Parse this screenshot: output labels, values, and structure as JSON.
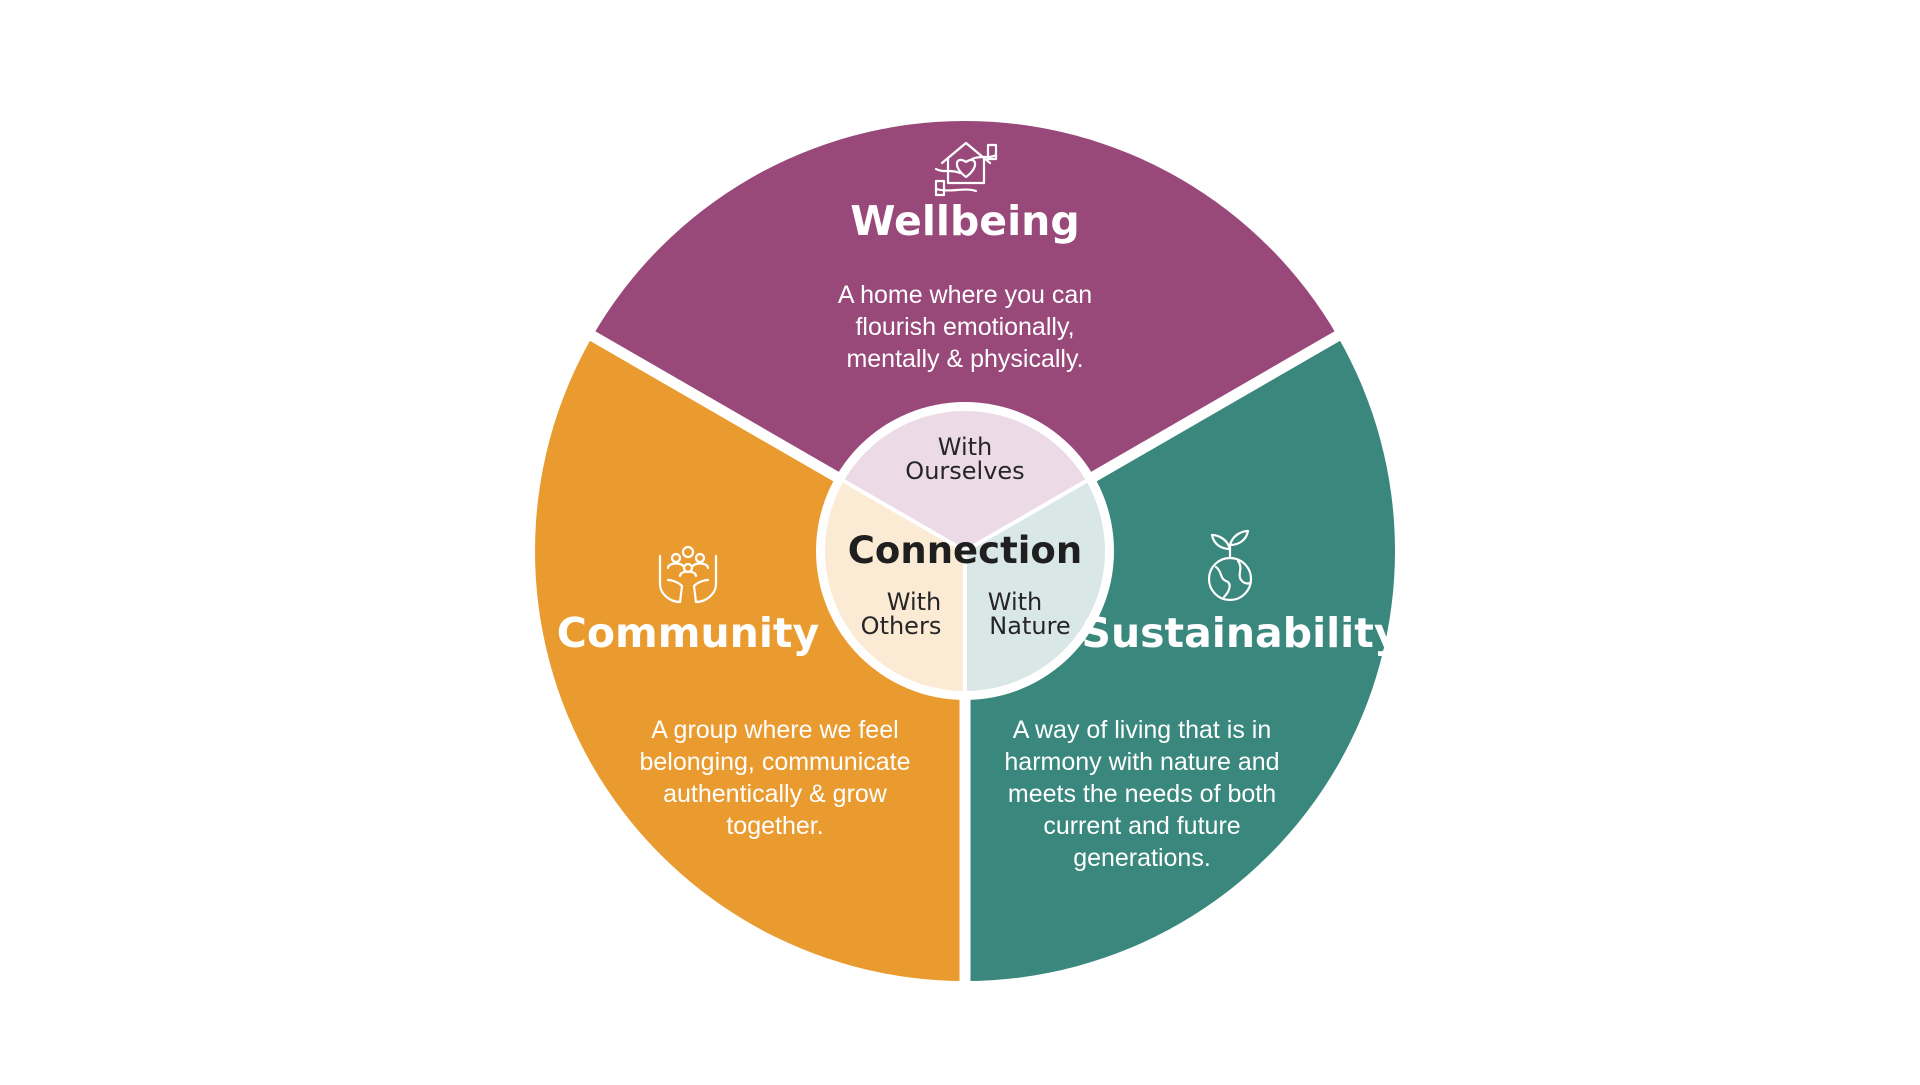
{
  "colors": {
    "wellbeing": "#98497a",
    "sustainability": "#3a877d",
    "community": "#ea9b30",
    "hub_ourselves": "#ecdbe6",
    "hub_nature": "#d9e8e6",
    "hub_others": "#fbead4",
    "separator": "#ffffff"
  },
  "center": {
    "title": "Connection",
    "ourselves": [
      "With",
      "Ourselves"
    ],
    "nature": [
      "With",
      "Nature"
    ],
    "others": [
      "With",
      "Others"
    ]
  },
  "segments": {
    "wellbeing": {
      "icon": "home-heart-hands-icon",
      "title": "Wellbeing",
      "description": [
        "A home where you can",
        "flourish emotionally,",
        "mentally & physically."
      ]
    },
    "sustainability": {
      "icon": "earth-sprout-icon",
      "title": "Sustainability",
      "description": [
        "A way of living that is in",
        "harmony with nature and",
        "meets the needs of both",
        "current and future",
        "generations."
      ]
    },
    "community": {
      "icon": "people-in-hands-icon",
      "title": "Community",
      "description": [
        "A group where we feel",
        "belonging, communicate",
        "authentically & grow",
        "together."
      ]
    }
  }
}
